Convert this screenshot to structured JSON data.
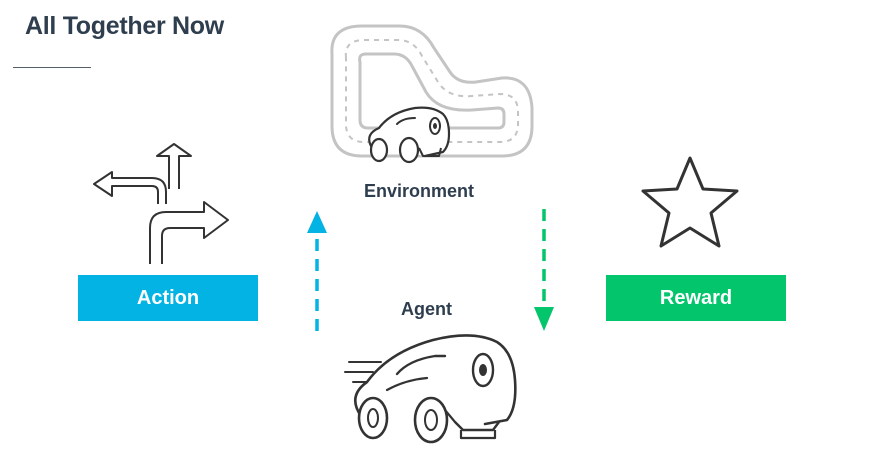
{
  "title": "All Together Now",
  "nodes": {
    "environment": "Environment",
    "agent": "Agent",
    "action": "Action",
    "reward": "Reward"
  },
  "colors": {
    "action": "#02b3e4",
    "reward": "#02c56c",
    "title": "#2f3e4e",
    "icon_stroke": "#333333",
    "track_stroke": "#c4c4c4"
  },
  "icons": {
    "environment": "race-track-with-car-icon",
    "action": "direction-arrows-icon",
    "reward": "star-icon",
    "agent": "race-car-icon"
  },
  "arrows": [
    {
      "from": "agent",
      "to": "environment",
      "style": "dashed",
      "color": "#02b3e4"
    },
    {
      "from": "environment",
      "to": "agent",
      "style": "dashed",
      "color": "#02c56c"
    }
  ]
}
